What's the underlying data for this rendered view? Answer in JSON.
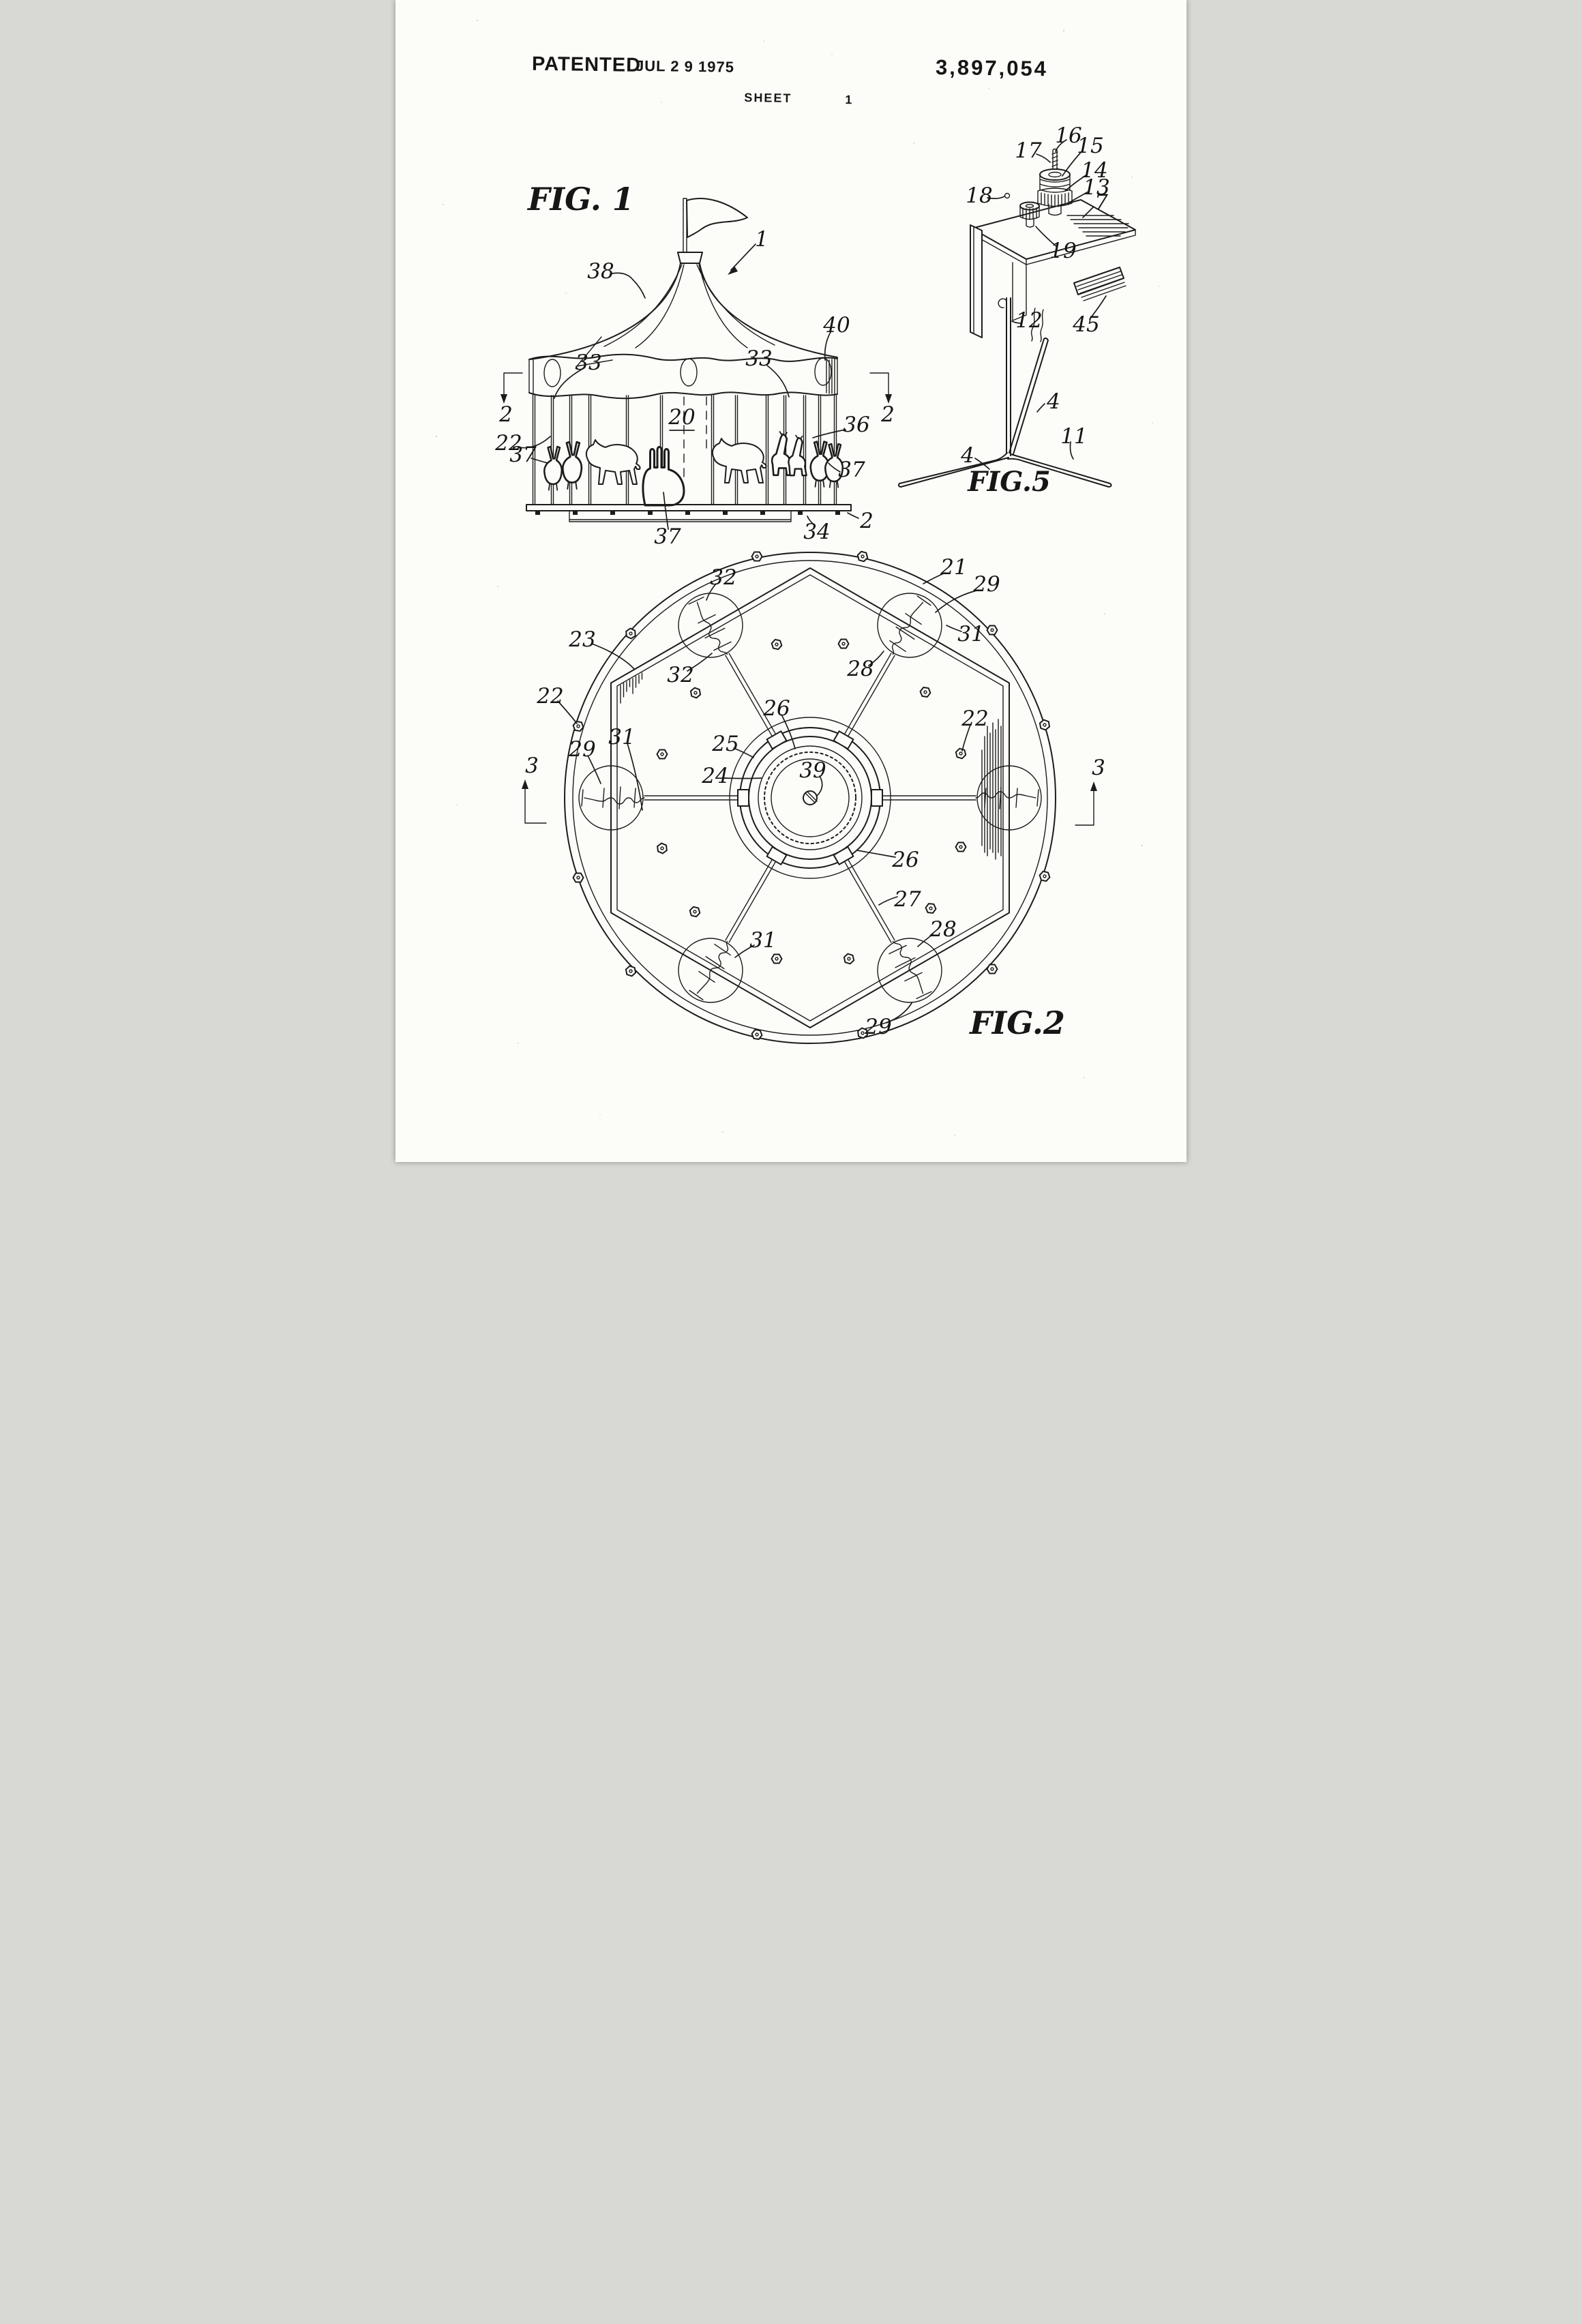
{
  "page": {
    "paper_color": "#fcfcf9",
    "ink_color": "#1c1c1c"
  },
  "header": {
    "patented": "PATENTED",
    "date": "JUL 2 9 1975",
    "number": "3,897,054",
    "sheet_label": "SHEET",
    "sheet_number": "1"
  },
  "figures": {
    "fig1": {
      "caption": "FIG. 1",
      "callouts": [
        "38",
        "1",
        "40",
        "33",
        "33",
        "2",
        "2",
        "20",
        "22",
        "36",
        "37",
        "37",
        "37",
        "34",
        "2"
      ]
    },
    "fig5": {
      "caption": "FIG.5",
      "callouts": [
        "17",
        "16",
        "15",
        "14",
        "13",
        "7",
        "18",
        "19",
        "12",
        "45",
        "4",
        "4",
        "11"
      ]
    },
    "fig2": {
      "caption": "FIG.2",
      "callouts": [
        "21",
        "29",
        "31",
        "32",
        "32",
        "23",
        "28",
        "22",
        "29",
        "31",
        "25",
        "24",
        "26",
        "39",
        "26",
        "22",
        "27",
        "28",
        "31",
        "29",
        "3",
        "3"
      ]
    }
  }
}
